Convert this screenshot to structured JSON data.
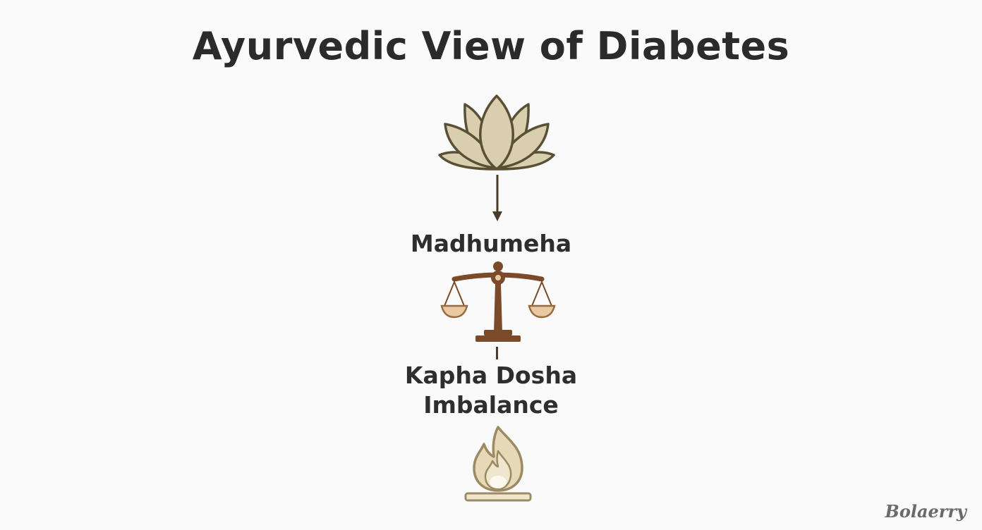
{
  "title": "Ayurvedic View of Diabetes",
  "stages": [
    {
      "label": "Madhumeha",
      "icon": "lotus-icon"
    },
    {
      "label": "Kapha Dosha\nImbalance",
      "icon": "scale-icon"
    },
    {
      "icon": "flame-icon"
    }
  ],
  "signature": {
    "main": "Bolaerry",
    "sub": ""
  },
  "colors": {
    "lotus_fill": "#d9ceae",
    "lotus_stroke": "#5a5036",
    "scale_dark": "#7a4a2a",
    "scale_light": "#e9c9a4",
    "flame_fill": "#e6d9b8",
    "flame_stroke": "#9c8a62",
    "text": "#2e2e2e"
  }
}
